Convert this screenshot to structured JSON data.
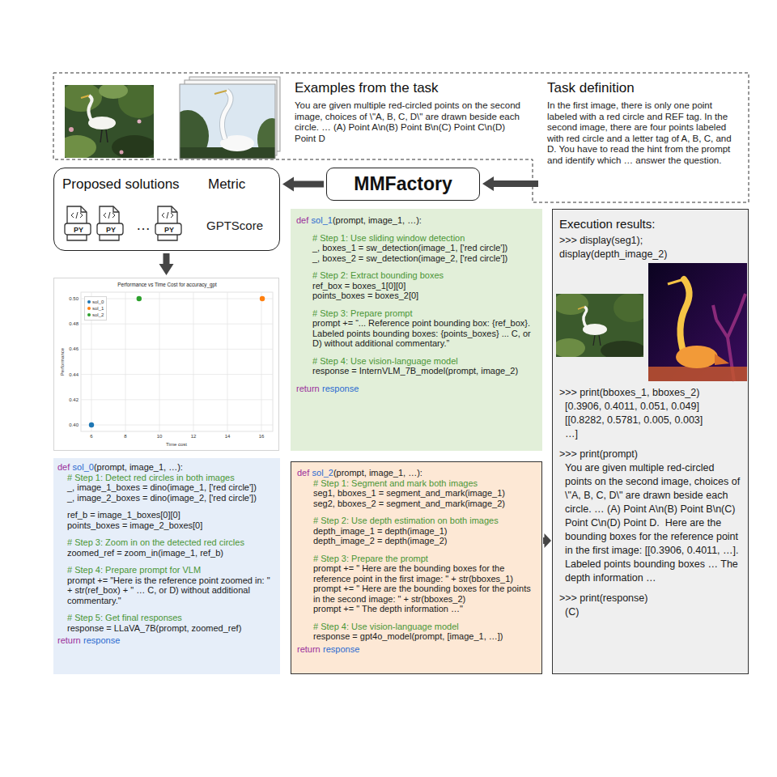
{
  "diagram": {
    "nodes": [
      {
        "text": [
          "Examples from the task",
          "You are given multiple red-circled points on the second image, choices of \\\"A, B, C, D\\\" are drawn beside each circle. … (A) Point A\\n(B) Point B\\n(C) Point C\\n(D) Point D"
        ]
      },
      {
        "text": [
          "Task definition",
          "In the first image, there is only one point labeled with a red circle and REF tag. In the second image, there are four points labeled with red circle and a letter tag of A, B, C, and D. You have to read the hint from the prompt and identify which … answer the question."
        ]
      },
      {
        "text": [
          "Proposed solutions",
          "Metric",
          "PY",
          "PY",
          "…",
          "PY",
          "GPTScore"
        ]
      },
      {
        "text": [
          "MMFactory"
        ]
      },
      {
        "text": [
          "Performance vs Time Cost for accuracy_gpt"
        ]
      },
      {
        "text": [
          "def",
          "sol_1",
          "(prompt, image_1, …):",
          "# Step 1: Use sliding window detection",
          "_, boxes_1 = sw_detection(image_1, ['red circle'])",
          "_, boxes_2 = sw_detection(image_2, ['red circle'])",
          "# Step 2: Extract bounding boxes",
          "ref_box = boxes_1[0][0]",
          "points_boxes = boxes_2[0]",
          "# Step 3: Prepare prompt",
          "prompt += “... Reference point bounding box: {ref_box}. Labeled points bounding boxes: {points_boxes} ... C, or D) without additional commentary.”",
          "# Step 4: Use vision-language model",
          "response = InternVLM_7B_model(prompt, image_2)",
          "return",
          "response"
        ]
      },
      {
        "text": [
          "Execution results:",
          ">>> display(seg1); display(depth_image_2)",
          ">>> print(bboxes_1, bboxes_2)",
          "[0.3906, 0.4011, 0.051, 0.049]",
          "[[0.8282, 0.5781, 0.005, 0.003]",
          "…]",
          ">>> print(prompt)",
          "You are given multiple red-circled points on the second image, choices of \\\"A, B, C, D\\\" are drawn beside each circle. … (A) Point A\\n(B) Point B\\n(C) Point C\\n(D) Point D.  Here are the bounding boxes for the reference point in the first image: [[0.3906, 0.4011, …]. Labeled points bounding boxes … The depth information …",
          ">>> print(response)",
          "(C)"
        ]
      },
      {
        "text": [
          "def",
          "sol_0",
          "(prompt, image_1, …):",
          "# Step 1: Detect red circles in both images",
          "_, image_1_boxes = dino(image_1, ['red circle'])",
          "_, image_2_boxes = dino(image_2, ['red circle'])",
          "ref_b = image_1_boxes[0][0]",
          "points_boxes = image_2_boxes[0]",
          "# Step 3: Zoom in on the detected red circles",
          "zoomed_ref = zoom_in(image_1, ref_b)",
          "# Step 4: Prepare prompt for VLM",
          "prompt += \"Here is the reference point zoomed in: \" + str(ref_box) + \" … C, or D) without additional commentary.\"",
          "# Step 5: Get final responses",
          "response = LLaVA_7B(prompt, zoomed_ref)",
          "return",
          "response"
        ]
      },
      {
        "text": [
          "def",
          "sol_2",
          "(prompt, image_1, …):",
          "# Step 1: Segment and mark both images",
          "seg1, bboxes_1 = segment_and_mark(image_1)",
          "seg2, bboxes_2 = segment_and_mark(image_2)",
          "# Step 2: Use depth estimation on both images",
          "depth_image_1 = depth(image_1)",
          "depth_image_2 = depth(image_2)",
          "# Step 3: Prepare the prompt",
          "prompt += \" Here are the bounding boxes for the reference point in the first image: \" + str(bboxes_1)",
          "prompt += \" Here are the bounding boxes for the points in the second image: \" + str(bboxes_2)",
          "prompt += \" The depth information …\"",
          "# Step 4: Use vision-language model",
          "response = gpt4o_model(prompt, [image_1, …])",
          "return",
          "response"
        ]
      }
    ],
    "edges": [
      {
        "from": 1,
        "to": 3,
        "arrow": "to"
      },
      {
        "from": 3,
        "to": 2,
        "arrow": "to"
      },
      {
        "from": 2,
        "to": 4,
        "arrow": "to"
      },
      {
        "from": 8,
        "to": 6,
        "arrow": "to"
      }
    ],
    "labels": [
      "0.50",
      "0.48",
      "0.46",
      "0.44",
      "0.42",
      "0.40",
      "Performance",
      "6",
      "8",
      "10",
      "12",
      "14",
      "16",
      "Time cost"
    ],
    "legend": [
      {
        "text": "sol_0",
        "color": "#1f77b4"
      },
      {
        "text": "sol_1",
        "color": "#ff7f0e"
      },
      {
        "text": "sol_2",
        "color": "#2ca02c"
      }
    ]
  }
}
